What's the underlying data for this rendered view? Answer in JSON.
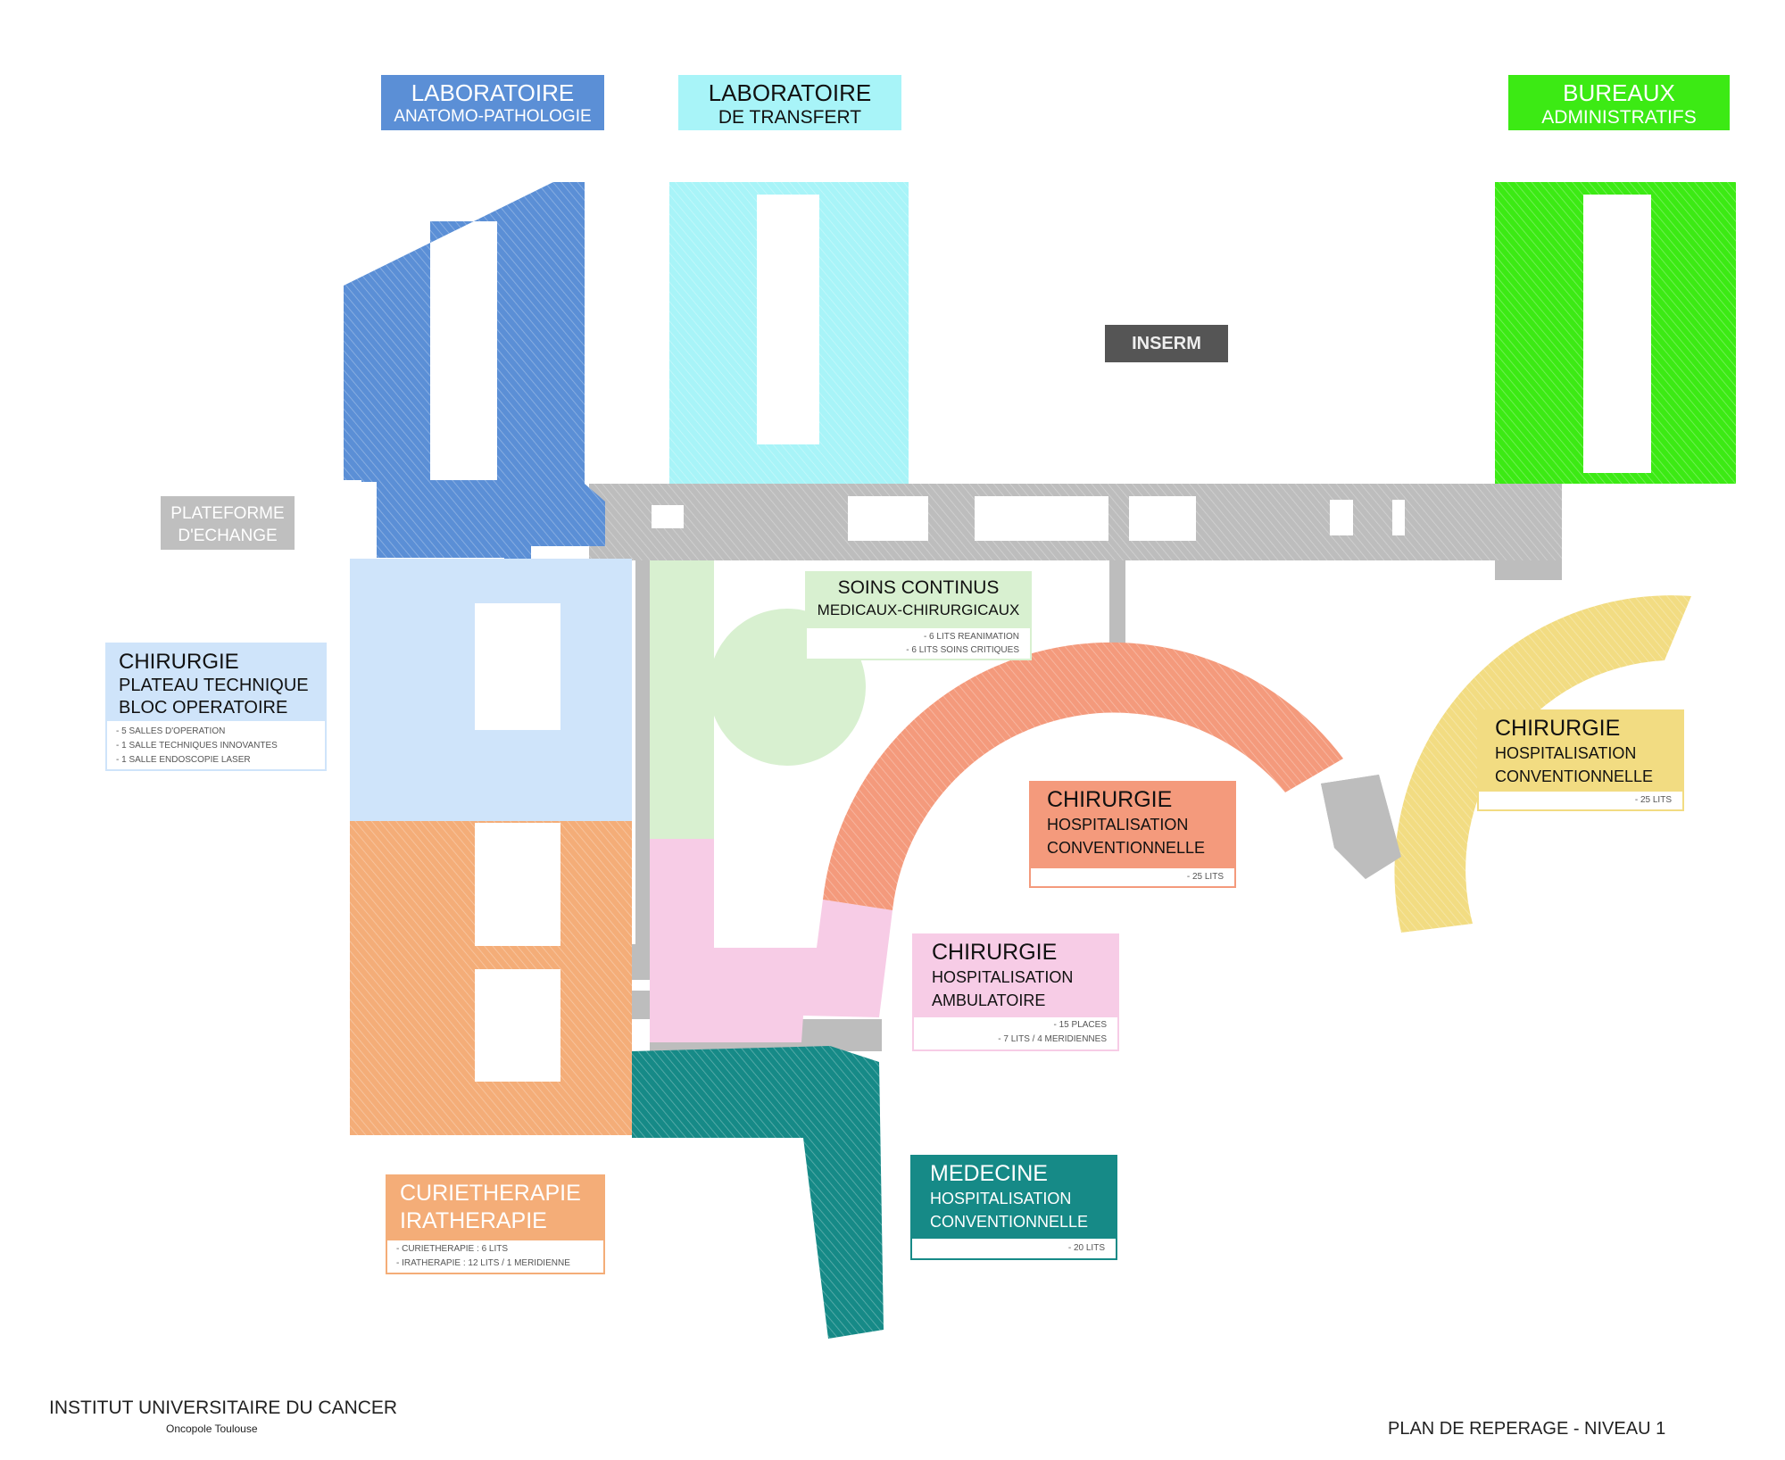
{
  "footer": {
    "institute": "INSTITUT UNIVERSITAIRE DU CANCER",
    "institute_sub": "Oncopole Toulouse",
    "plan_title": "PLAN DE REPERAGE - NIVEAU 1"
  },
  "zones": {
    "lab_anapath": {
      "title": "LABORATOIRE",
      "subtitle": "ANATOMO-PATHOLOGIE",
      "color": "#5b8fd6"
    },
    "lab_transfert": {
      "title": "LABORATOIRE",
      "subtitle": "DE TRANSFERT",
      "color": "#a8f4f8"
    },
    "bureaux": {
      "title": "BUREAUX",
      "subtitle": "ADMINISTRATIFS",
      "color": "#3cea14"
    },
    "inserm": {
      "title": "INSERM",
      "color": "#555555"
    },
    "plateforme": {
      "line1": "PLATEFORME",
      "line2": "D'ECHANGE",
      "color": "#bfbfbf"
    },
    "bloc": {
      "title": "CHIRURGIE",
      "line2": "PLATEAU TECHNIQUE",
      "line3": "BLOC OPERATOIRE",
      "details": [
        "- 5 SALLES D'OPERATION",
        "- 1 SALLE TECHNIQUES INNOVANTES",
        "- 1 SALLE ENDOSCOPIE LASER"
      ],
      "color": "#cfe4fa"
    },
    "soins": {
      "title": "SOINS CONTINUS",
      "line2": "MEDICAUX-CHIRURGICAUX",
      "details": [
        "- 6 LITS REANIMATION",
        "- 6 LITS SOINS CRITIQUES"
      ],
      "color": "#d8f0d0"
    },
    "chir_orange": {
      "title": "CHIRURGIE",
      "line2": "HOSPITALISATION",
      "line3": "CONVENTIONNELLE",
      "details": [
        "- 25 LITS"
      ],
      "color": "#f49a7c"
    },
    "chir_yellow": {
      "title": "CHIRURGIE",
      "line2": "HOSPITALISATION",
      "line3": "CONVENTIONNELLE",
      "details": [
        "- 25 LITS"
      ],
      "color": "#f2dc82"
    },
    "ambulatoire": {
      "title": "CHIRURGIE",
      "line2": "HOSPITALISATION",
      "line3": "AMBULATOIRE",
      "details": [
        "- 15 PLACES",
        "- 7 LITS / 4 MERIDIENNES"
      ],
      "color": "#f7cce6"
    },
    "curie": {
      "title": "CURIETHERAPIE",
      "line2": "IRATHERAPIE",
      "details": [
        "- CURIETHERAPIE : 6 LITS",
        "- IRATHERAPIE : 12 LITS / 1 MERIDIENNE"
      ],
      "color": "#f4ad78"
    },
    "medecine": {
      "title": "MEDECINE",
      "line2": "HOSPITALISATION",
      "line3": "CONVENTIONNELLE",
      "details": [
        "- 20 LITS"
      ],
      "color": "#168a87"
    }
  }
}
